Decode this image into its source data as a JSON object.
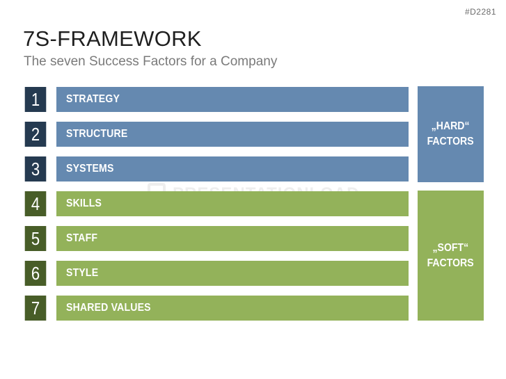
{
  "slide": {
    "code": "#D2281",
    "title": "7S-FRAMEWORK",
    "subtitle": "The seven Success Factors for a Company",
    "watermark": "PRESENTATIONLOAD"
  },
  "factors": [
    {
      "number": "1",
      "label": "STRATEGY",
      "group": "hard"
    },
    {
      "number": "2",
      "label": "STRUCTURE",
      "group": "hard"
    },
    {
      "number": "3",
      "label": "SYSTEMS",
      "group": "hard"
    },
    {
      "number": "4",
      "label": "SKILLS",
      "group": "soft"
    },
    {
      "number": "5",
      "label": "STAFF",
      "group": "soft"
    },
    {
      "number": "6",
      "label": "STYLE",
      "group": "soft"
    },
    {
      "number": "7",
      "label": "SHARED VALUES",
      "group": "soft"
    }
  ],
  "groups": {
    "hard": {
      "line1": "„HARD“",
      "line2": "FACTORS"
    },
    "soft": {
      "line1": "„SOFT“",
      "line2": "FACTORS"
    }
  },
  "colors": {
    "hard_dark": "#253a50",
    "hard_light": "#6589b0",
    "soft_dark": "#485d28",
    "soft_light": "#93b25a"
  }
}
